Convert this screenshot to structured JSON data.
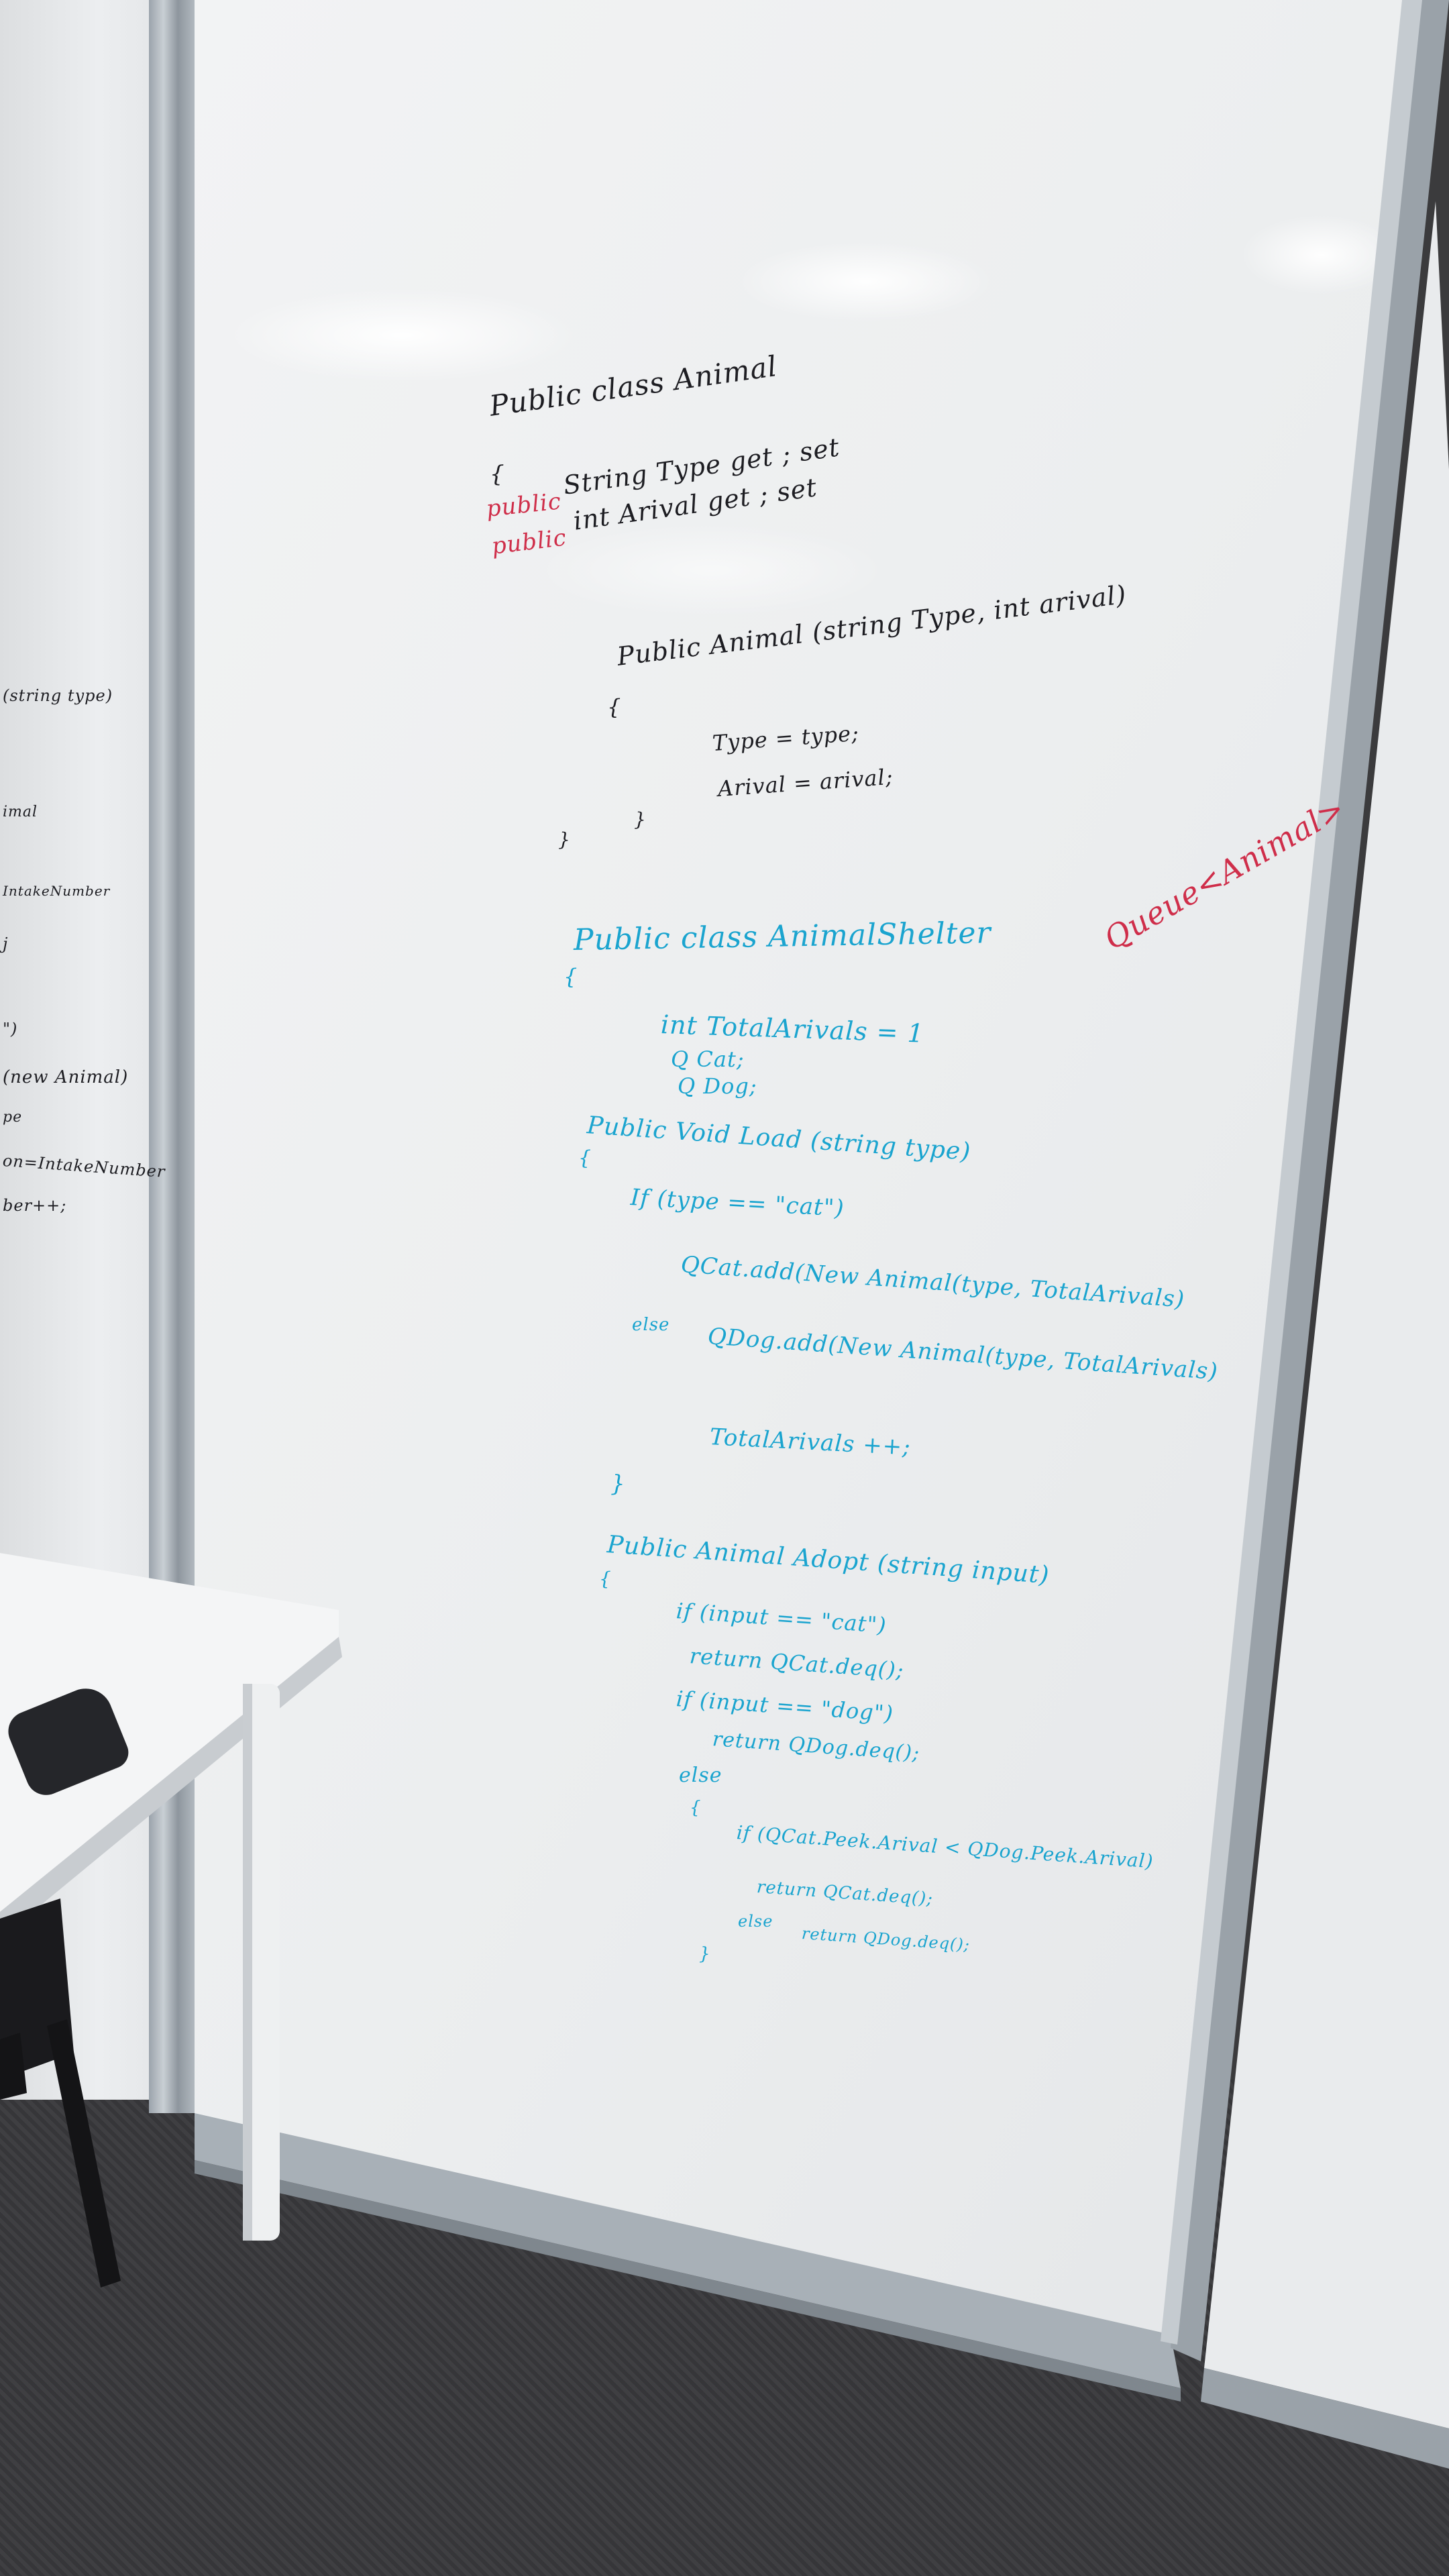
{
  "colors": {
    "black_marker": "#1d1d22",
    "red_marker": "#cf2e4a",
    "blue_marker": "#1aa4cf"
  },
  "left_panel": {
    "fragments": [
      "(string type)",
      "imal",
      "IntakeNumber",
      "j",
      "\")",
      "(new Animal)",
      "pe",
      "on=IntakeNumber",
      "ber++;"
    ]
  },
  "main_board": {
    "black_lines": [
      "Public class Animal",
      "{",
      "String Type get ; set",
      "int Arival get ; set",
      "Public Animal (string Type, int arival)",
      "{",
      "Type = type;",
      "Arival = arival;",
      "}",
      "}"
    ],
    "red_lines": [
      "public",
      "public",
      "Queue<Animal>"
    ],
    "blue_lines": [
      "Public class AnimalShelter",
      "{",
      "int TotalArivals = 1",
      "Q Cat;",
      "Q Dog;",
      "Public Void Load (string type)",
      "{",
      "If (type == \"cat\")",
      "QCat.add(New Animal(type, TotalArivals)",
      "else",
      "QDog.add(New Animal(type, TotalArivals)",
      "TotalArivals ++;",
      "}",
      "Public Animal Adopt (string input)",
      "{",
      "if (input == \"cat\")",
      "return QCat.deq();",
      "if (input == \"dog\")",
      "return QDog.deq();",
      "else",
      "{",
      "if (QCat.Peek.Arival < QDog.Peek.Arival)",
      "return QCat.deq();",
      "else",
      "return QDog.deq();",
      "}"
    ]
  }
}
